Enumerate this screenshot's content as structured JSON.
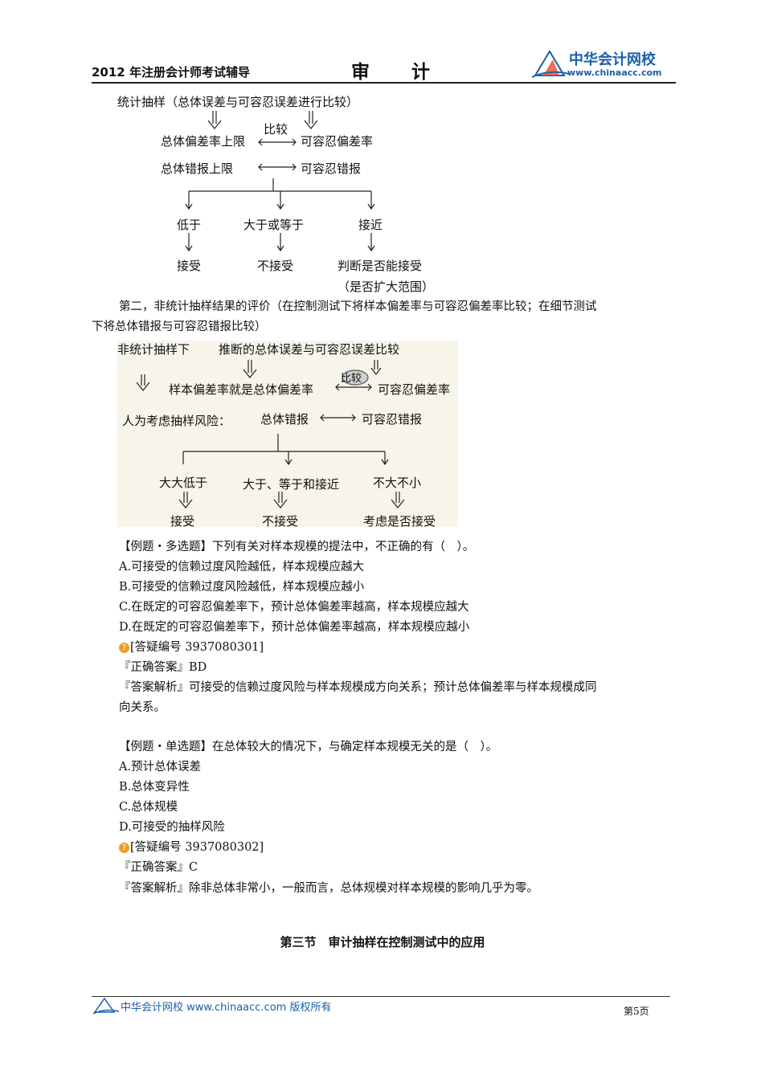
{
  "header": {
    "left_title": "2012 年注册会计师考试辅导",
    "center_title": "审计",
    "logo_name": "中华会计网校",
    "logo_url": "www.chinaacc.com",
    "logo_icon": "triangle-logo-icon"
  },
  "diagram1": {
    "top": "统计抽样（总体误差与可容忍误差进行比较）",
    "compare_label": "比较",
    "row1_left": "总体偏差率上限",
    "row1_right": "可容忍偏差率",
    "row2_left": "总体错报上限",
    "row2_right": "可容忍错报",
    "branches": [
      "低于",
      "大于或等于",
      "接近"
    ],
    "results": [
      "接受",
      "不接受",
      "判断是否能接受"
    ],
    "note": "（是否扩大范围）"
  },
  "para2": {
    "line1": "第二，非统计抽样结果的评价（在控制测试下将样本偏差率与可容忍偏差率比较；在细节测试",
    "line2": "下将总体错报与可容忍错报比较）"
  },
  "diagram2": {
    "left_top": "非统计抽样下",
    "top": "推断的总体误差与可容忍误差比较",
    "row1_left": "样本偏差率就是总体偏差率",
    "compare_label": "比较",
    "row1_right": "可容忍偏差率",
    "row2_prefix": "人为考虑抽样风险：",
    "row2_left": "总体错报",
    "row2_right": "可容忍错报",
    "branches": [
      "大大低于",
      "大于、等于和接近",
      "不大不小"
    ],
    "results": [
      "接受",
      "不接受",
      "考虑是否接受"
    ]
  },
  "q1": {
    "title": "【例题・多选题】下列有关对样本规模的提法中，不正确的有（　）。",
    "options": [
      "A.可接受的信赖过度风险越低，样本规模应越大",
      "B.可接受的信赖过度风险越低，样本规模应越小",
      "C.在既定的可容忍偏差率下，预计总体偏差率越高，样本规模应越大",
      "D.在既定的可容忍偏差率下，预计总体偏差率越高，样本规模应越小"
    ],
    "qid": "[答疑编号 3937080301]",
    "answer": "『正确答案』BD",
    "analysis_1": "『答案解析』可接受的信赖过度风险与样本规模成方向关系；预计总体偏差率与样本规模成同",
    "analysis_2": "向关系。"
  },
  "q2": {
    "title": "【例题・单选题】在总体较大的情况下，与确定样本规模无关的是（　）。",
    "options": [
      "A.预计总体误差",
      "B.总体变异性",
      "C.总体规模",
      "D.可接受的抽样风险"
    ],
    "qid": "[答疑编号 3937080302]",
    "answer": "『正确答案』C",
    "analysis": "『答案解析』除非总体非常小，一般而言，总体规模对样本规模的影响几乎为零。"
  },
  "section_title": "第三节　审计抽样在控制测试中的应用",
  "footer": {
    "text": "中华会计网校 www.chinaacc.com 版权所有",
    "page": "第5页"
  }
}
